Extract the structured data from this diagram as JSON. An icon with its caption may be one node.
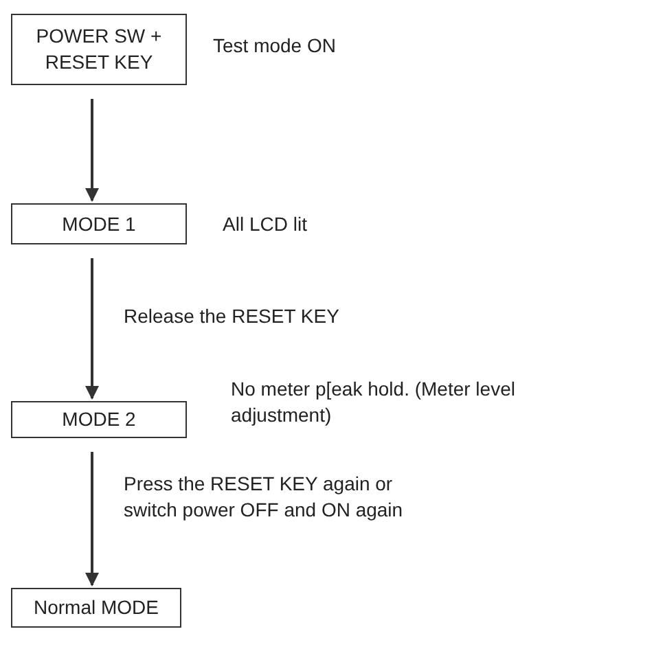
{
  "diagram": {
    "nodes": [
      {
        "text": [
          "POWER SW + RESET KEY"
        ],
        "beside": [
          "Test mode ON"
        ]
      },
      {
        "text": [
          "MODE 1"
        ],
        "beside": [
          "All LCD lit"
        ]
      },
      {
        "text": [
          "MODE 2"
        ],
        "beside": [
          "No meter p[eak hold. (Meter level adjustment)"
        ]
      },
      {
        "text": [
          "Normal MODE"
        ]
      }
    ],
    "edges": [
      {
        "from": 0,
        "to": 1,
        "arrow": "to"
      },
      {
        "from": 1,
        "to": 2,
        "arrow": "to",
        "label": "Release the RESET KEY"
      },
      {
        "from": 2,
        "to": 3,
        "arrow": "to",
        "label": "Press the RESET KEY again or switch power OFF and ON again"
      }
    ]
  }
}
